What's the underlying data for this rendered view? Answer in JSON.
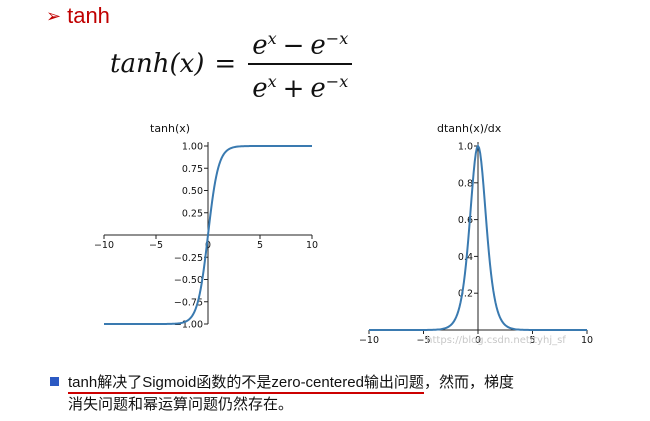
{
  "heading": {
    "bullet": "➢",
    "text": "tanh"
  },
  "formula": {
    "lhs": "tanh(x)",
    "eq": "=",
    "numerator": {
      "a": "e",
      "a_exp": "x",
      "op": "−",
      "b": "e",
      "b_exp": "−x"
    },
    "denominator": {
      "a": "e",
      "a_exp": "x",
      "op": "+",
      "b": "e",
      "b_exp": "−x"
    }
  },
  "chart_data": [
    {
      "type": "line",
      "title": "tanh(x)",
      "function": "tanh",
      "xlim": [
        -10,
        10
      ],
      "ylim": [
        -1,
        1
      ],
      "x_ticks": [
        -10,
        -5,
        0,
        5,
        10
      ],
      "x_tick_labels": [
        "−10",
        "−5",
        "0",
        "5",
        "10"
      ],
      "y_ticks": [
        1.0,
        0.75,
        0.5,
        0.25,
        -0.25,
        -0.5,
        -0.75,
        -1.0
      ],
      "y_tick_labels": [
        "1.00",
        "0.75",
        "0.50",
        "0.25",
        "−0.25",
        "−0.50",
        "−0.75",
        "−1.00"
      ],
      "line_color": "#3a7ab0",
      "spines": "centered"
    },
    {
      "type": "line",
      "title": "dtanh(x)/dx",
      "function": "dtanh",
      "xlim": [
        -10,
        10
      ],
      "ylim": [
        0,
        1
      ],
      "x_ticks": [
        -10,
        -5,
        0,
        5,
        10
      ],
      "x_tick_labels": [
        "−10",
        "−5",
        "0",
        "5",
        "10"
      ],
      "y_ticks": [
        1.0,
        0.8,
        0.6,
        0.4,
        0.2
      ],
      "y_tick_labels": [
        "1.0",
        "0.8",
        "0.6",
        "0.4",
        "0.2"
      ],
      "line_color": "#3a7ab0",
      "spines": "centered"
    }
  ],
  "watermark": "https://blog.csdn.net/tyhj_sf",
  "note": {
    "underlined_text": "tanh解决了Sigmoid函数的不是zero-centered输出问题",
    "rest_line1": "，然而，梯度",
    "line2": "消失问题和幂运算问题仍然存在。",
    "bullet_color": "#2b59c3",
    "underline_color": "#cc0000"
  }
}
